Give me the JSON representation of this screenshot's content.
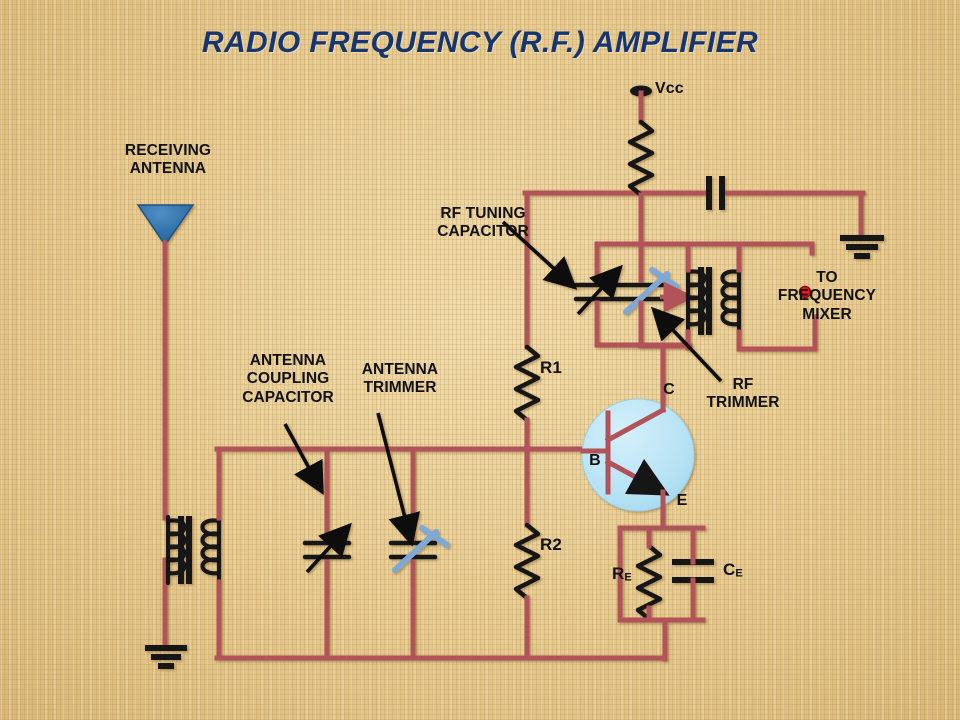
{
  "page": {
    "title": "RADIO FREQUENCY (R.F.) AMPLIFIER",
    "background_color": "#e8cf96",
    "title_color": "#17356e",
    "wire_color": "#b2535a",
    "symbol_color": "#121212",
    "trimmer_color": "#7fa8d4",
    "transistor_fill": "#b9e4f5",
    "node_dot_color": "#e8191b"
  },
  "labels": {
    "receiving_antenna": "RECEIVING\nANTENNA",
    "rf_tuning_capacitor": "RF TUNING\nCAPACITOR",
    "antenna_coupling_capacitor": "ANTENNA\nCOUPLING\nCAPACITOR",
    "antenna_trimmer": "ANTENNA\nTRIMMER",
    "rf_trimmer": "RF\nTRIMMER",
    "to_frequency_mixer": "TO\nFREQUENCY\nMIXER",
    "vcc": "Vcc"
  },
  "components": {
    "r1": "R1",
    "r2": "R2",
    "re_base": "R",
    "re_sub": "E",
    "ce_base": "C",
    "ce_sub": "E"
  },
  "terminals": {
    "base": "B",
    "collector": "C",
    "emitter": "E"
  },
  "symbols": {
    "antenna": "antenna-triangle",
    "ground": "ground-symbol",
    "resistor": "zigzag-resistor",
    "capacitor": "parallel-plate-capacitor",
    "variable_capacitor": "variable-capacitor-arrow",
    "trimmer_capacitor": "trimmer-capacitor-arrow",
    "transformer": "coupled-coil-transformer",
    "transistor": "npn-transistor",
    "supply_terminal": "vcc-terminal-dot"
  }
}
